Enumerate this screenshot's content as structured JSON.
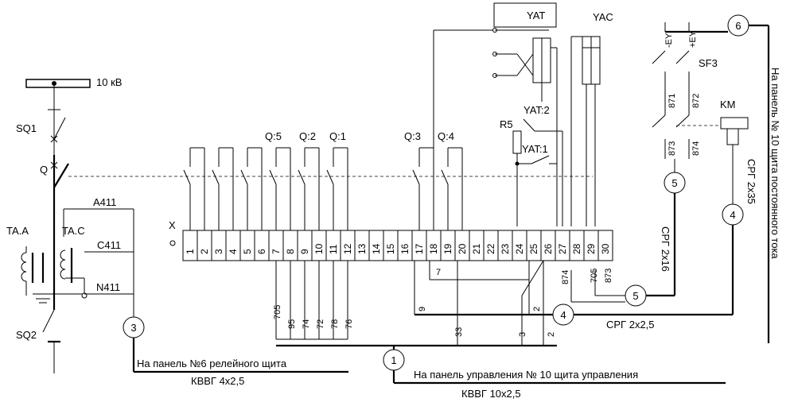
{
  "labels": {
    "voltage": "10 кВ",
    "sq1": "SQ1",
    "q": "Q",
    "sq2": "SQ2",
    "taa": "TA.A",
    "tac": "TA.C",
    "a411": "A411",
    "c411": "C411",
    "n411": "N411",
    "x": "X",
    "q5": "Q:5",
    "q2": "Q:2",
    "q1": "Q:1",
    "q3": "Q:3",
    "q4": "Q:4",
    "yat": "YAT",
    "yac": "YAC",
    "yat2": "YAT:2",
    "yat1": "YAT:1",
    "r5": "R5",
    "ey_minus": "-EY",
    "ey_plus": "+EY",
    "sf3": "SF3",
    "km": "KM",
    "w871": "871",
    "w872": "872",
    "w873": "873",
    "w874": "874",
    "w874b": "874",
    "w705b": "705",
    "w873b": "873",
    "w7": "7",
    "w9": "9",
    "w2a": "2",
    "w3": "3",
    "w2b": "2",
    "w33": "33",
    "w705": "705",
    "w95": "95",
    "w74": "74",
    "w72": "72",
    "w78": "78",
    "w76": "76"
  },
  "terminals": [
    "1",
    "2",
    "3",
    "4",
    "5",
    "6",
    "7",
    "8",
    "9",
    "10",
    "11",
    "12",
    "13",
    "14",
    "15",
    "16",
    "17",
    "18",
    "19",
    "20",
    "21",
    "22",
    "23",
    "24",
    "25",
    "26",
    "27",
    "28",
    "29",
    "30"
  ],
  "cables": {
    "c1": {
      "num": "1",
      "dest": "На панель управления № 10 щита управления",
      "type": "КВВГ 10х2,5"
    },
    "c3": {
      "num": "3",
      "dest": "На панель №6 релейного щита",
      "type": "КВВГ 4х2,5"
    },
    "c4": {
      "num": "4",
      "type": "СРГ 2х2,5"
    },
    "c5a": {
      "num": "5"
    },
    "c5b": {
      "num": "5",
      "type": "СРГ 2х16"
    },
    "c6": {
      "num": "6",
      "dest": "На панель № 10 щита постоянного тока",
      "type": "СРГ 2х35"
    },
    "c4b": {
      "num": "4"
    }
  }
}
